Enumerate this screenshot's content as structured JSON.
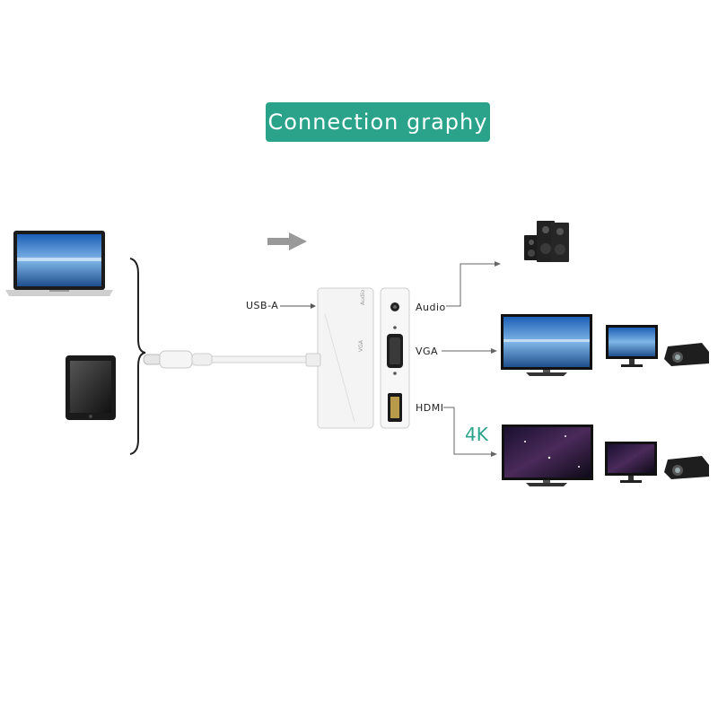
{
  "title": "Connection graphy",
  "ports": {
    "usb": "USB-A",
    "audio": "Audio",
    "vga": "VGA",
    "hdmi": "HDMI"
  },
  "badge": "4K",
  "hub_labels": {
    "audio": "Audio",
    "vga": "VGA"
  },
  "colors": {
    "accent": "#2aa38a",
    "hub": "#f2f2f2",
    "line": "#555555"
  },
  "icons": {
    "laptop": "laptop-icon",
    "tablet": "tablet-icon",
    "hub": "usb-hub-icon",
    "speakers": "speakers-icon",
    "tv": "tv-icon",
    "monitor": "monitor-icon",
    "projector": "projector-icon",
    "arrow": "arrow-right-icon"
  }
}
